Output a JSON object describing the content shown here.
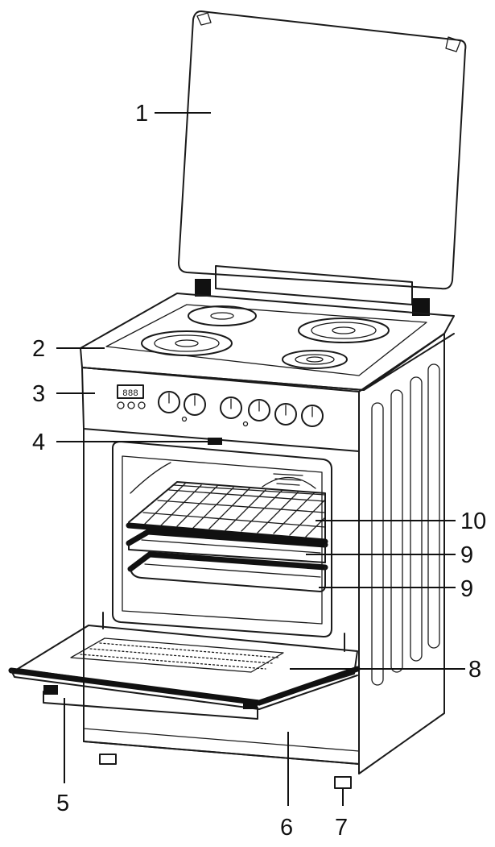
{
  "diagram": {
    "subject": "freestanding electric cooker with lid",
    "callouts": [
      {
        "id": "c1",
        "number": "1"
      },
      {
        "id": "c2",
        "number": "2"
      },
      {
        "id": "c3",
        "number": "3"
      },
      {
        "id": "c4",
        "number": "4"
      },
      {
        "id": "c5",
        "number": "5"
      },
      {
        "id": "c6",
        "number": "6"
      },
      {
        "id": "c7",
        "number": "7"
      },
      {
        "id": "c8",
        "number": "8"
      },
      {
        "id": "c9a",
        "number": "9"
      },
      {
        "id": "c9b",
        "number": "9"
      },
      {
        "id": "c10",
        "number": "10"
      }
    ],
    "timer_display": "888",
    "colors": {
      "line": "#1a1a1a",
      "background": "#ffffff"
    }
  }
}
